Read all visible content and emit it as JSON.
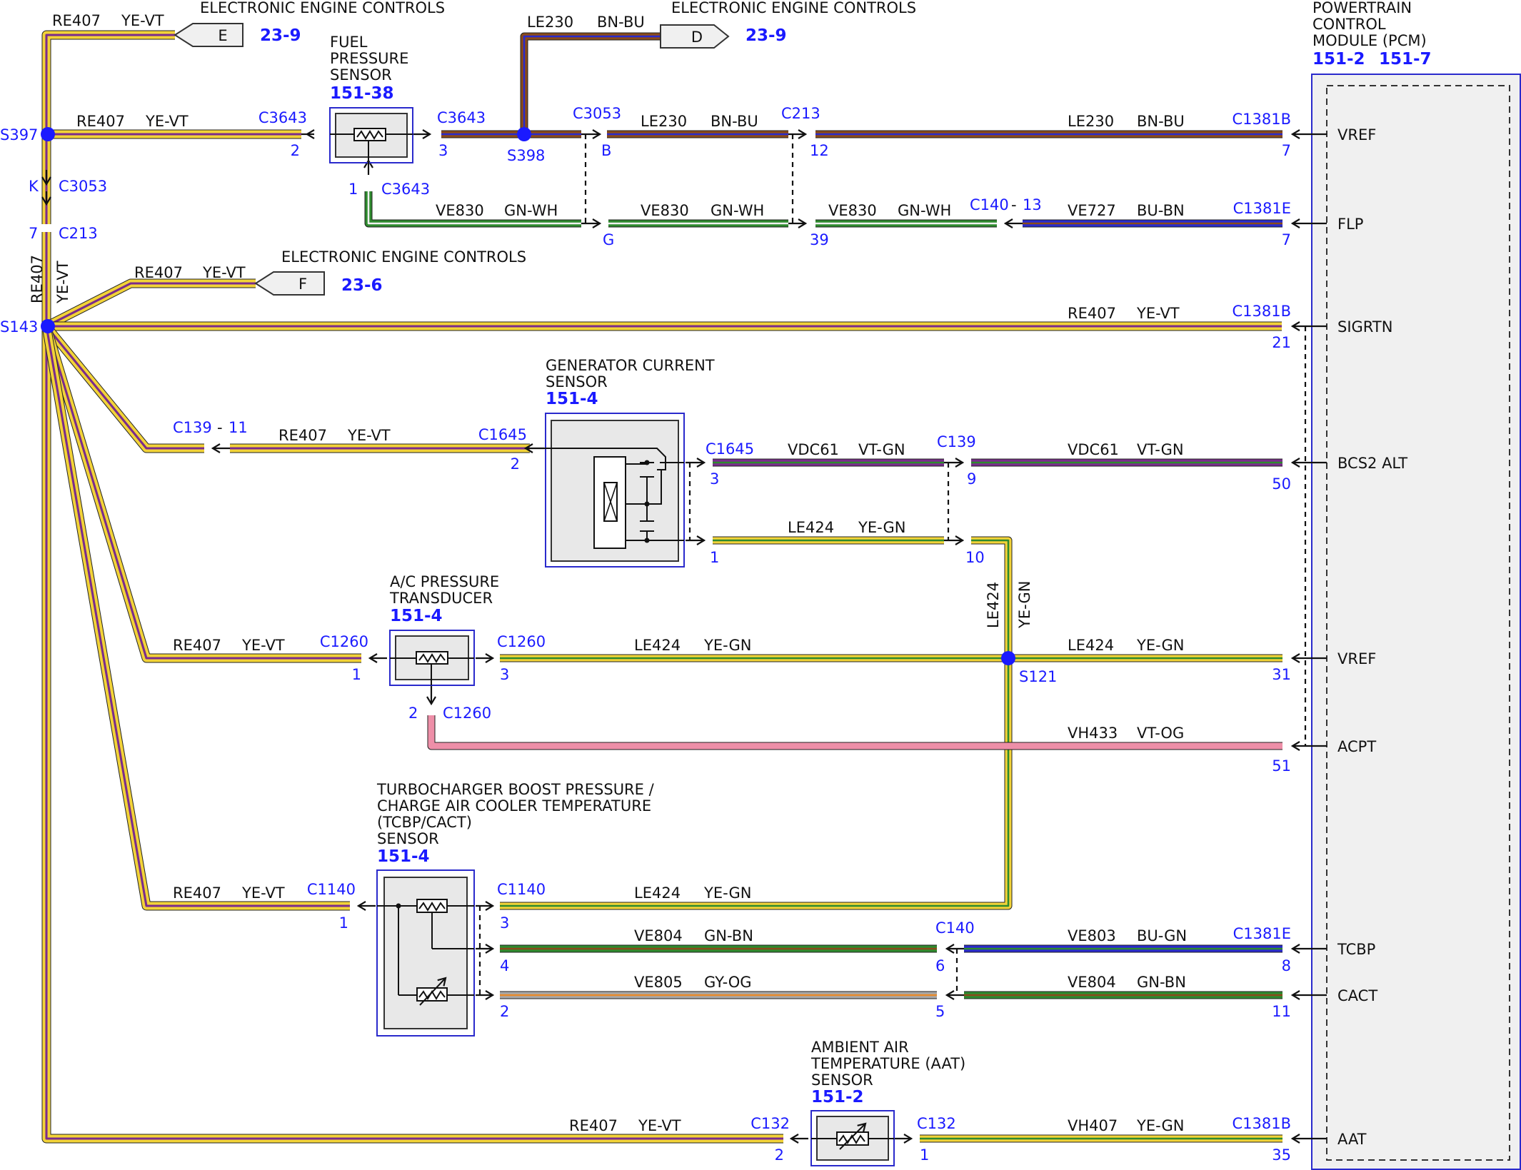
{
  "colors": {
    "ye": "#f2d338",
    "vt": "#7a2c8c",
    "bn": "#8a4a1a",
    "bu": "#2a2acc",
    "gn": "#2e8a2e",
    "wh": "#f0f0f0",
    "og": "#e88a2a",
    "gy": "#a8a8a8",
    "pk": "#ee8fa8",
    "conn": "#1a1aff",
    "frame": "#2a2acc"
  },
  "pcm": {
    "title": [
      "POWERTRAIN",
      "CONTROL",
      "MODULE (PCM)"
    ],
    "ref1": "151-2",
    "ref2": "151-7"
  },
  "sheet_refs": {
    "e": {
      "title": "ELECTRONIC ENGINE CONTROLS",
      "letter": "E",
      "ref": "23-9",
      "wire": "RE407",
      "color": "YE-VT"
    },
    "d": {
      "title": "ELECTRONIC ENGINE CONTROLS",
      "letter": "D",
      "ref": "23-9",
      "wire": "LE230",
      "color": "BN-BU"
    },
    "f": {
      "title": "ELECTRONIC ENGINE CONTROLS",
      "letter": "F",
      "ref": "23-6",
      "wire": "RE407",
      "color": "YE-VT"
    }
  },
  "components": {
    "fps": {
      "title": [
        "FUEL",
        "PRESSURE",
        "SENSOR"
      ],
      "ref": "151-38"
    },
    "gcs": {
      "title": [
        "GENERATOR CURRENT",
        "SENSOR"
      ],
      "ref": "151-4"
    },
    "acp": {
      "title": [
        "A/C PRESSURE",
        "TRANSDUCER"
      ],
      "ref": "151-4"
    },
    "tcbp": {
      "title": [
        "TURBOCHARGER BOOST PRESSURE /",
        "CHARGE AIR COOLER TEMPERATURE",
        "(TCBP/CACT)",
        "SENSOR"
      ],
      "ref": "151-4"
    },
    "aat": {
      "title": [
        "AMBIENT AIR",
        "TEMPERATURE (AAT)",
        "SENSOR"
      ],
      "ref": "151-2"
    }
  },
  "splices": [
    "S397",
    "S398",
    "S143",
    "S121"
  ],
  "pcm_pins": [
    {
      "name": "VREF",
      "conn": "C1381B",
      "pin": "7"
    },
    {
      "name": "FLP",
      "conn": "C1381E",
      "pin": "7"
    },
    {
      "name": "SIGRTN",
      "conn": "C1381B",
      "pin": "21"
    },
    {
      "name": "BCS2 ALT",
      "conn": "",
      "pin": "50"
    },
    {
      "name": "VREF",
      "conn": "",
      "pin": "31"
    },
    {
      "name": "ACPT",
      "conn": "",
      "pin": "51"
    },
    {
      "name": "TCBP",
      "conn": "C1381E",
      "pin": "8"
    },
    {
      "name": "CACT",
      "conn": "",
      "pin": "11"
    },
    {
      "name": "AAT",
      "conn": "C1381B",
      "pin": "35"
    }
  ],
  "wires": {
    "w_s397_fps": {
      "code": "RE407",
      "color": "YE-VT"
    },
    "w_s398_c3053": {
      "code": "LE230",
      "color": "BN-BU"
    },
    "w_c3053_c213": {
      "code": "LE230",
      "color": "BN-BU"
    },
    "w_c213_pcm": {
      "code": "LE230",
      "color": "BN-BU"
    },
    "w_fps_c3053": {
      "code": "VE830",
      "color": "GN-WH"
    },
    "w_g_c213": {
      "code": "VE830",
      "color": "GN-WH"
    },
    "w_c213_c140": {
      "code": "VE830",
      "color": "GN-WH"
    },
    "w_c140_pcm": {
      "code": "VE727",
      "color": "BU-BN"
    },
    "w_vertical": {
      "code": "RE407",
      "color": "YE-VT"
    },
    "w_sigrtn": {
      "code": "RE407",
      "color": "YE-VT"
    },
    "w_gcs_gnd": {
      "code": "RE407",
      "color": "YE-VT"
    },
    "w_gcs_c139": {
      "code": "VDC61",
      "color": "VT-GN"
    },
    "w_c139_pcm": {
      "code": "VDC61",
      "color": "VT-GN"
    },
    "w_gcs_10": {
      "code": "LE424",
      "color": "YE-GN"
    },
    "w_le424_vert": {
      "code": "LE424",
      "color": "YE-GN"
    },
    "w_acp_gnd": {
      "code": "RE407",
      "color": "YE-VT"
    },
    "w_acp_s121": {
      "code": "LE424",
      "color": "YE-GN"
    },
    "w_s121_pcm": {
      "code": "LE424",
      "color": "YE-GN"
    },
    "w_acpt": {
      "code": "VH433",
      "color": "VT-OG"
    },
    "w_tcbp_gnd": {
      "code": "RE407",
      "color": "YE-VT"
    },
    "w_tcbp_3": {
      "code": "LE424",
      "color": "YE-GN"
    },
    "w_tcbp_4": {
      "code": "VE804",
      "color": "GN-BN"
    },
    "w_c140_8": {
      "code": "VE803",
      "color": "BU-GN"
    },
    "w_tcbp_2": {
      "code": "VE805",
      "color": "GY-OG"
    },
    "w_c140_11": {
      "code": "VE804",
      "color": "GN-BN"
    },
    "w_aat_gnd": {
      "code": "RE407",
      "color": "YE-VT"
    },
    "w_aat_pcm": {
      "code": "VH407",
      "color": "YE-GN"
    }
  },
  "connectors": {
    "c3053_k": {
      "conn": "C3053",
      "pin": "K"
    },
    "c213_7": {
      "conn": "C213",
      "pin": "7"
    },
    "fps_2": {
      "conn": "C3643",
      "pin": "2"
    },
    "fps_3": {
      "conn": "C3643",
      "pin": "3"
    },
    "fps_1": {
      "conn": "C3643",
      "pin": "1"
    },
    "c3053_b": {
      "conn": "C3053",
      "pin": "B"
    },
    "c3053_g": {
      "conn": "",
      "pin": "G"
    },
    "c213_12": {
      "conn": "C213",
      "pin": "12"
    },
    "c213_39": {
      "conn": "",
      "pin": "39"
    },
    "c140_13": {
      "conn": "C140",
      "pin": "13"
    },
    "c139_11": {
      "conn": "C139",
      "pin": "11"
    },
    "gcs_2": {
      "conn": "C1645",
      "pin": "2"
    },
    "gcs_3": {
      "conn": "C1645",
      "pin": "3"
    },
    "gcs_1": {
      "conn": "",
      "pin": "1"
    },
    "c139_9": {
      "conn": "C139",
      "pin": "9"
    },
    "c139_10": {
      "conn": "",
      "pin": "10"
    },
    "acp_1": {
      "conn": "C1260",
      "pin": "1"
    },
    "acp_3": {
      "conn": "C1260",
      "pin": "3"
    },
    "acp_2": {
      "conn": "C1260",
      "pin": "2"
    },
    "tcbp_1": {
      "conn": "C1140",
      "pin": "1"
    },
    "tcbp_3": {
      "conn": "C1140",
      "pin": "3"
    },
    "tcbp_4": {
      "conn": "",
      "pin": "4"
    },
    "tcbp_2": {
      "conn": "",
      "pin": "2"
    },
    "c140_6": {
      "conn": "C140",
      "pin": "6"
    },
    "c140_5": {
      "conn": "",
      "pin": "5"
    },
    "aat_2": {
      "conn": "C132",
      "pin": "2"
    },
    "aat_1": {
      "conn": "C132",
      "pin": "1"
    }
  }
}
